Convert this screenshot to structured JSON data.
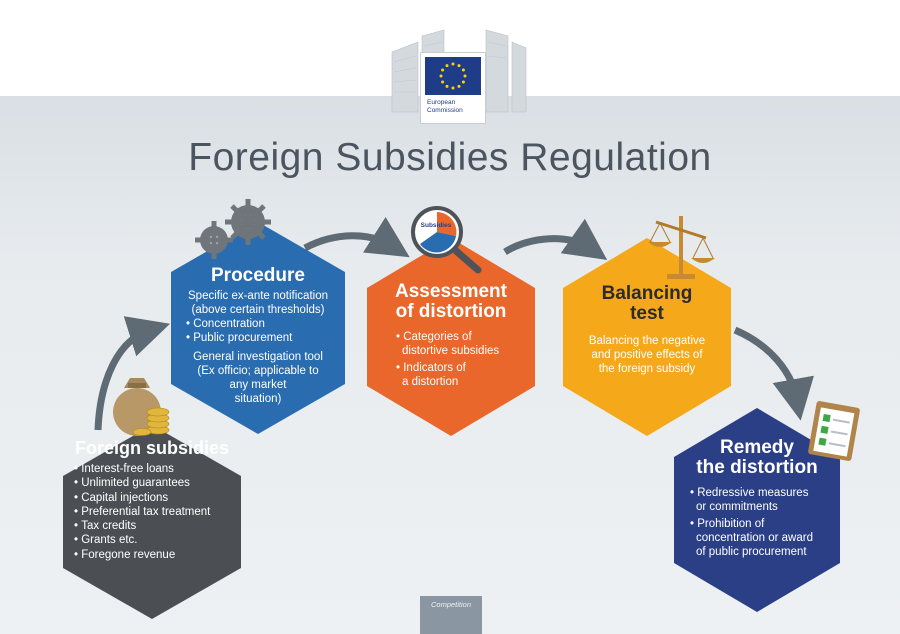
{
  "branding": {
    "org_line1": "European",
    "org_line2": "Commission",
    "footer": "Competition"
  },
  "title": "Foreign Subsidies Regulation",
  "steps": {
    "foreign_subsidies": {
      "title": "Foreign subsidies",
      "items": [
        "Interest-free loans",
        "Unlimited guarantees",
        "Capital injections",
        "Preferential tax treatment",
        "Tax credits",
        "Grants etc.",
        "Foregone revenue"
      ]
    },
    "procedure": {
      "title": "Procedure",
      "intro_line1": "Specific ex-ante notification",
      "intro_line2": "(above certain thresholds)",
      "items": [
        "Concentration",
        "Public procurement"
      ],
      "tool_line1": "General investigation tool",
      "tool_line2": "(Ex officio; applicable to",
      "tool_line3": "any market",
      "tool_line4": "situation)"
    },
    "assessment": {
      "title_line1": "Assessment",
      "title_line2": "of distortion",
      "item1_line1": "Categories of",
      "item1_line2": "distortive subsidies",
      "item2_line1": "Indicators of",
      "item2_line2": "a distortion",
      "magnifier_label": "Subsidies"
    },
    "balancing": {
      "title_line1": "Balancing",
      "title_line2": "test",
      "body_line1": "Balancing the negative",
      "body_line2": "and positive effects of",
      "body_line3": "the foreign subsidy"
    },
    "remedy": {
      "title_line1": "Remedy",
      "title_line2": "the distortion",
      "item1_line1": "Redressive measures",
      "item1_line2": "or commitments",
      "item2_line1": "Prohibition of",
      "item2_line2": "concentration or award",
      "item2_line3": "of public procurement"
    }
  },
  "colors": {
    "foreign_subsidies": "#4b4f54",
    "procedure": "#2a6cb0",
    "assessment": "#e9672b",
    "balancing": "#f5a91a",
    "remedy": "#2a3f86",
    "arrow": "#5e6a74",
    "title": "#4b5560"
  }
}
